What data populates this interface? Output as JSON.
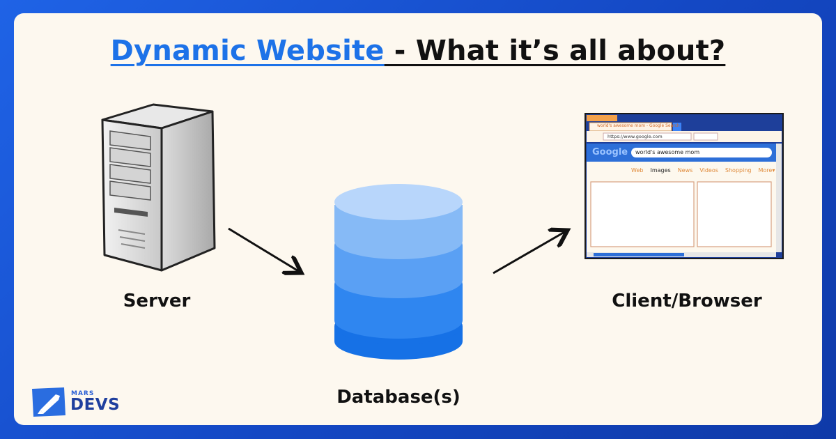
{
  "title": {
    "highlight": "Dynamic Website",
    "rest": " - What it’s all about?"
  },
  "nodes": {
    "server": "Server",
    "database": "Database(s)",
    "client": "Client/Browser"
  },
  "browser": {
    "url": "https://www.google.com",
    "tab_text": "world's awesome mom - Google Search",
    "search_value": "world's awesome mom",
    "logo_text": "Google",
    "nav": [
      "Web",
      "Images",
      "News",
      "Videos",
      "Shopping",
      "More▾"
    ]
  },
  "brand": {
    "small": "MARS",
    "big": "DEVS"
  },
  "colors": {
    "accent": "#1d72e8",
    "background": "#1f63e6",
    "card": "#fdf8ef"
  }
}
